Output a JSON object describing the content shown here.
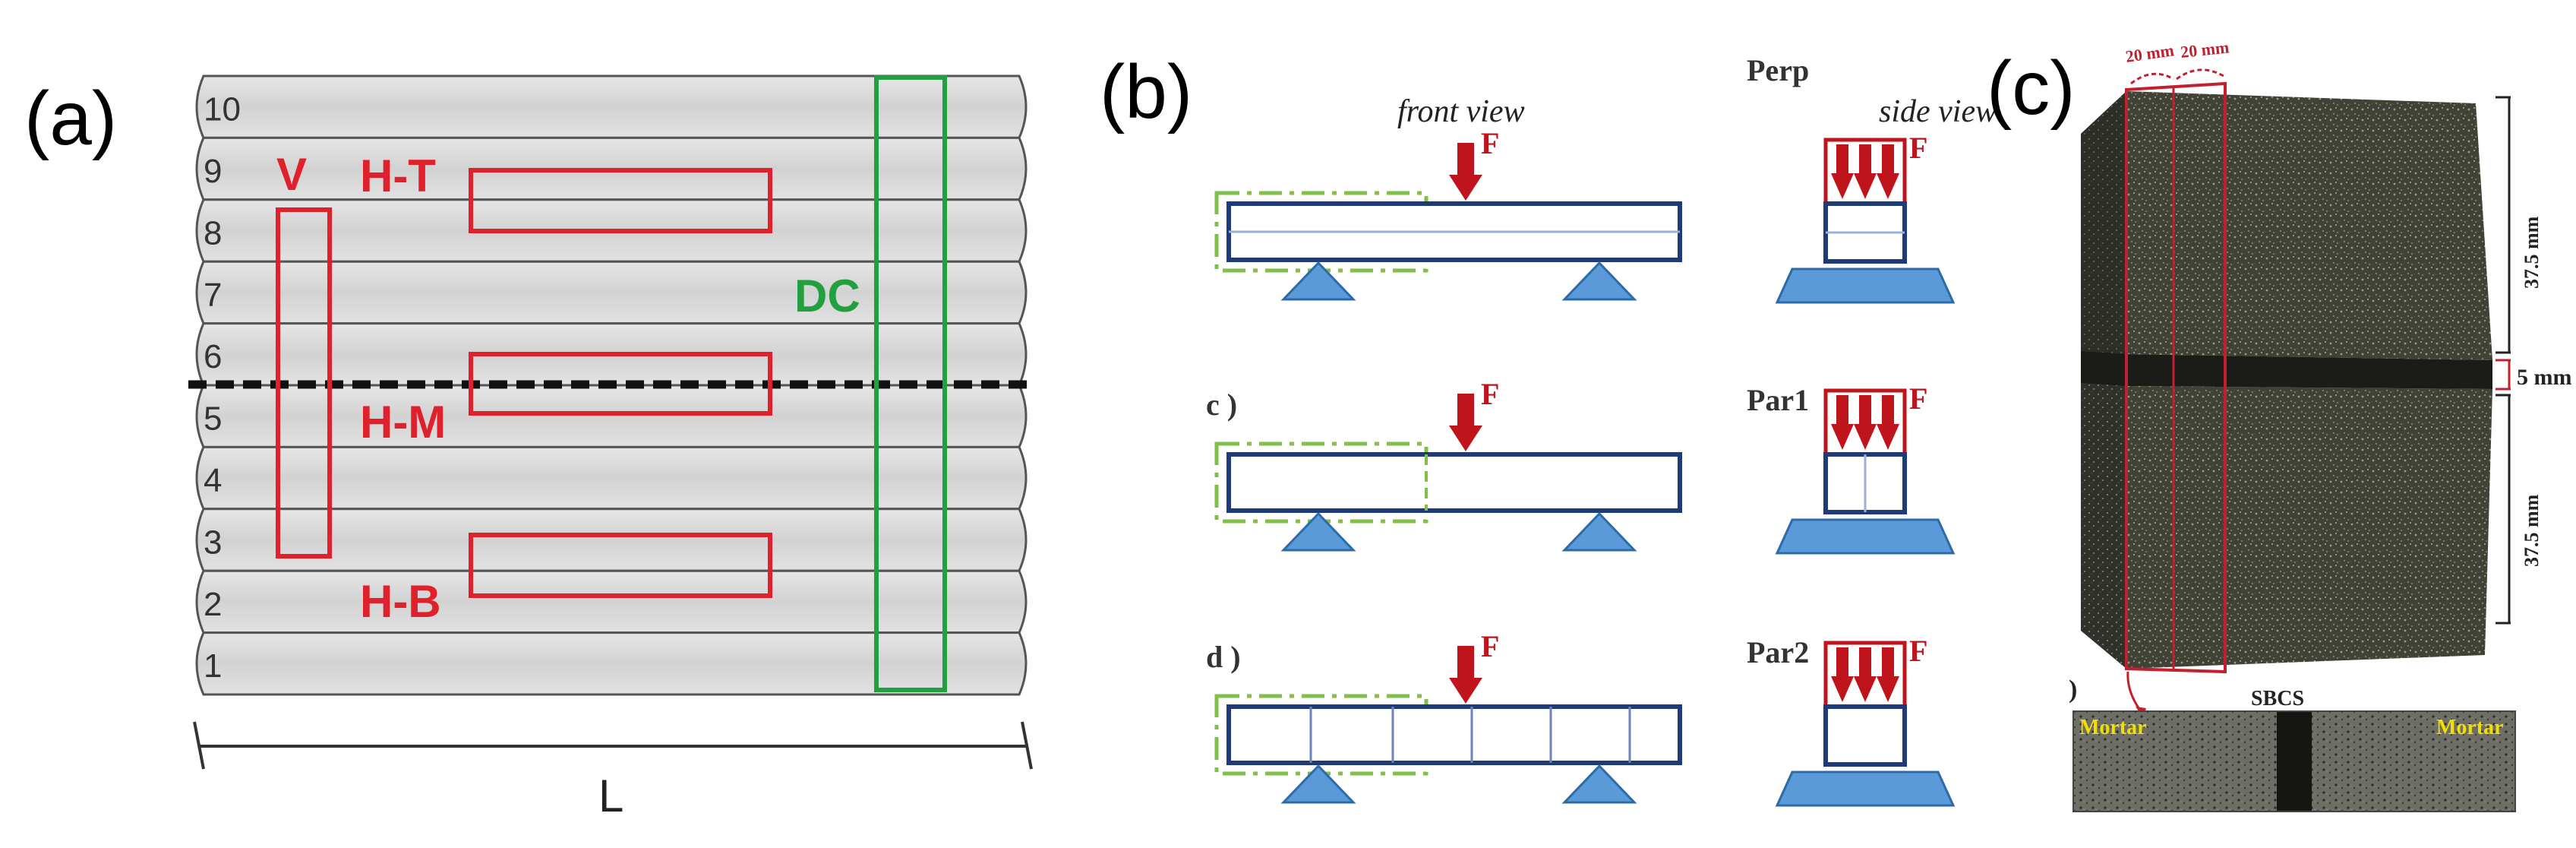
{
  "panels": {
    "a": {
      "label": "(a)",
      "layer_numbers": [
        "10",
        "9",
        "8",
        "7",
        "6",
        "5",
        "4",
        "3",
        "2",
        "1"
      ],
      "regions": {
        "v": "V",
        "ht": "H-T",
        "hm": "H-M",
        "hb": "H-B",
        "dc": "DC"
      },
      "length_label": "L",
      "colors": {
        "red": "#e0202a",
        "green": "#22a040",
        "layer_fill": "#d8d8d8",
        "layer_stroke": "#555555"
      }
    },
    "b": {
      "label": "(b)",
      "front_view": "front view",
      "side_view": "side view",
      "rows": [
        {
          "prefix": "",
          "orientation": "Perp",
          "force": "F"
        },
        {
          "prefix": "c )",
          "orientation": "Par1",
          "force": "F"
        },
        {
          "prefix": "d )",
          "orientation": "Par2",
          "force": "F"
        }
      ],
      "colors": {
        "beam": "#1f3a7a",
        "support": "#5a9ad8",
        "force": "#c0141c",
        "dash": "#7fbf4a"
      }
    },
    "c": {
      "label": "(c)",
      "dim_top_left": "20 mm",
      "dim_top_right": "20 mm",
      "dim_upper": "37.5 mm",
      "dim_joint": "5 mm",
      "dim_lower": "37.5 mm",
      "inset_marker": ")",
      "inset_left": "Mortar",
      "inset_center": "SBCS",
      "inset_right": "Mortar",
      "colors": {
        "mortar_label": "#f0e000",
        "cut_line": "#c02030"
      }
    }
  }
}
